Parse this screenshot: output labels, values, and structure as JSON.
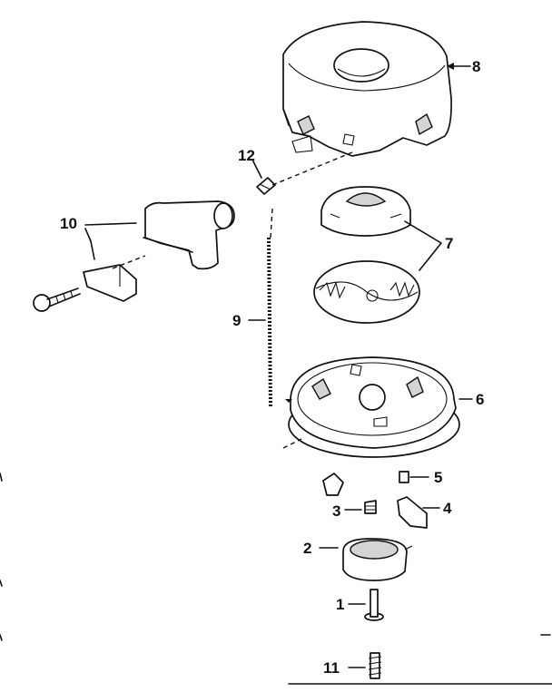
{
  "diagram": {
    "callouts": [
      {
        "id": "label-8",
        "text": "8"
      },
      {
        "id": "label-12",
        "text": "12"
      },
      {
        "id": "label-10",
        "text": "10"
      },
      {
        "id": "label-7",
        "text": "7"
      },
      {
        "id": "label-9",
        "text": "9"
      },
      {
        "id": "label-6",
        "text": "6"
      },
      {
        "id": "label-5",
        "text": "5"
      },
      {
        "id": "label-3",
        "text": "3"
      },
      {
        "id": "label-4",
        "text": "4"
      },
      {
        "id": "label-2",
        "text": "2"
      },
      {
        "id": "label-1",
        "text": "1"
      },
      {
        "id": "label-11",
        "text": "11"
      }
    ]
  }
}
